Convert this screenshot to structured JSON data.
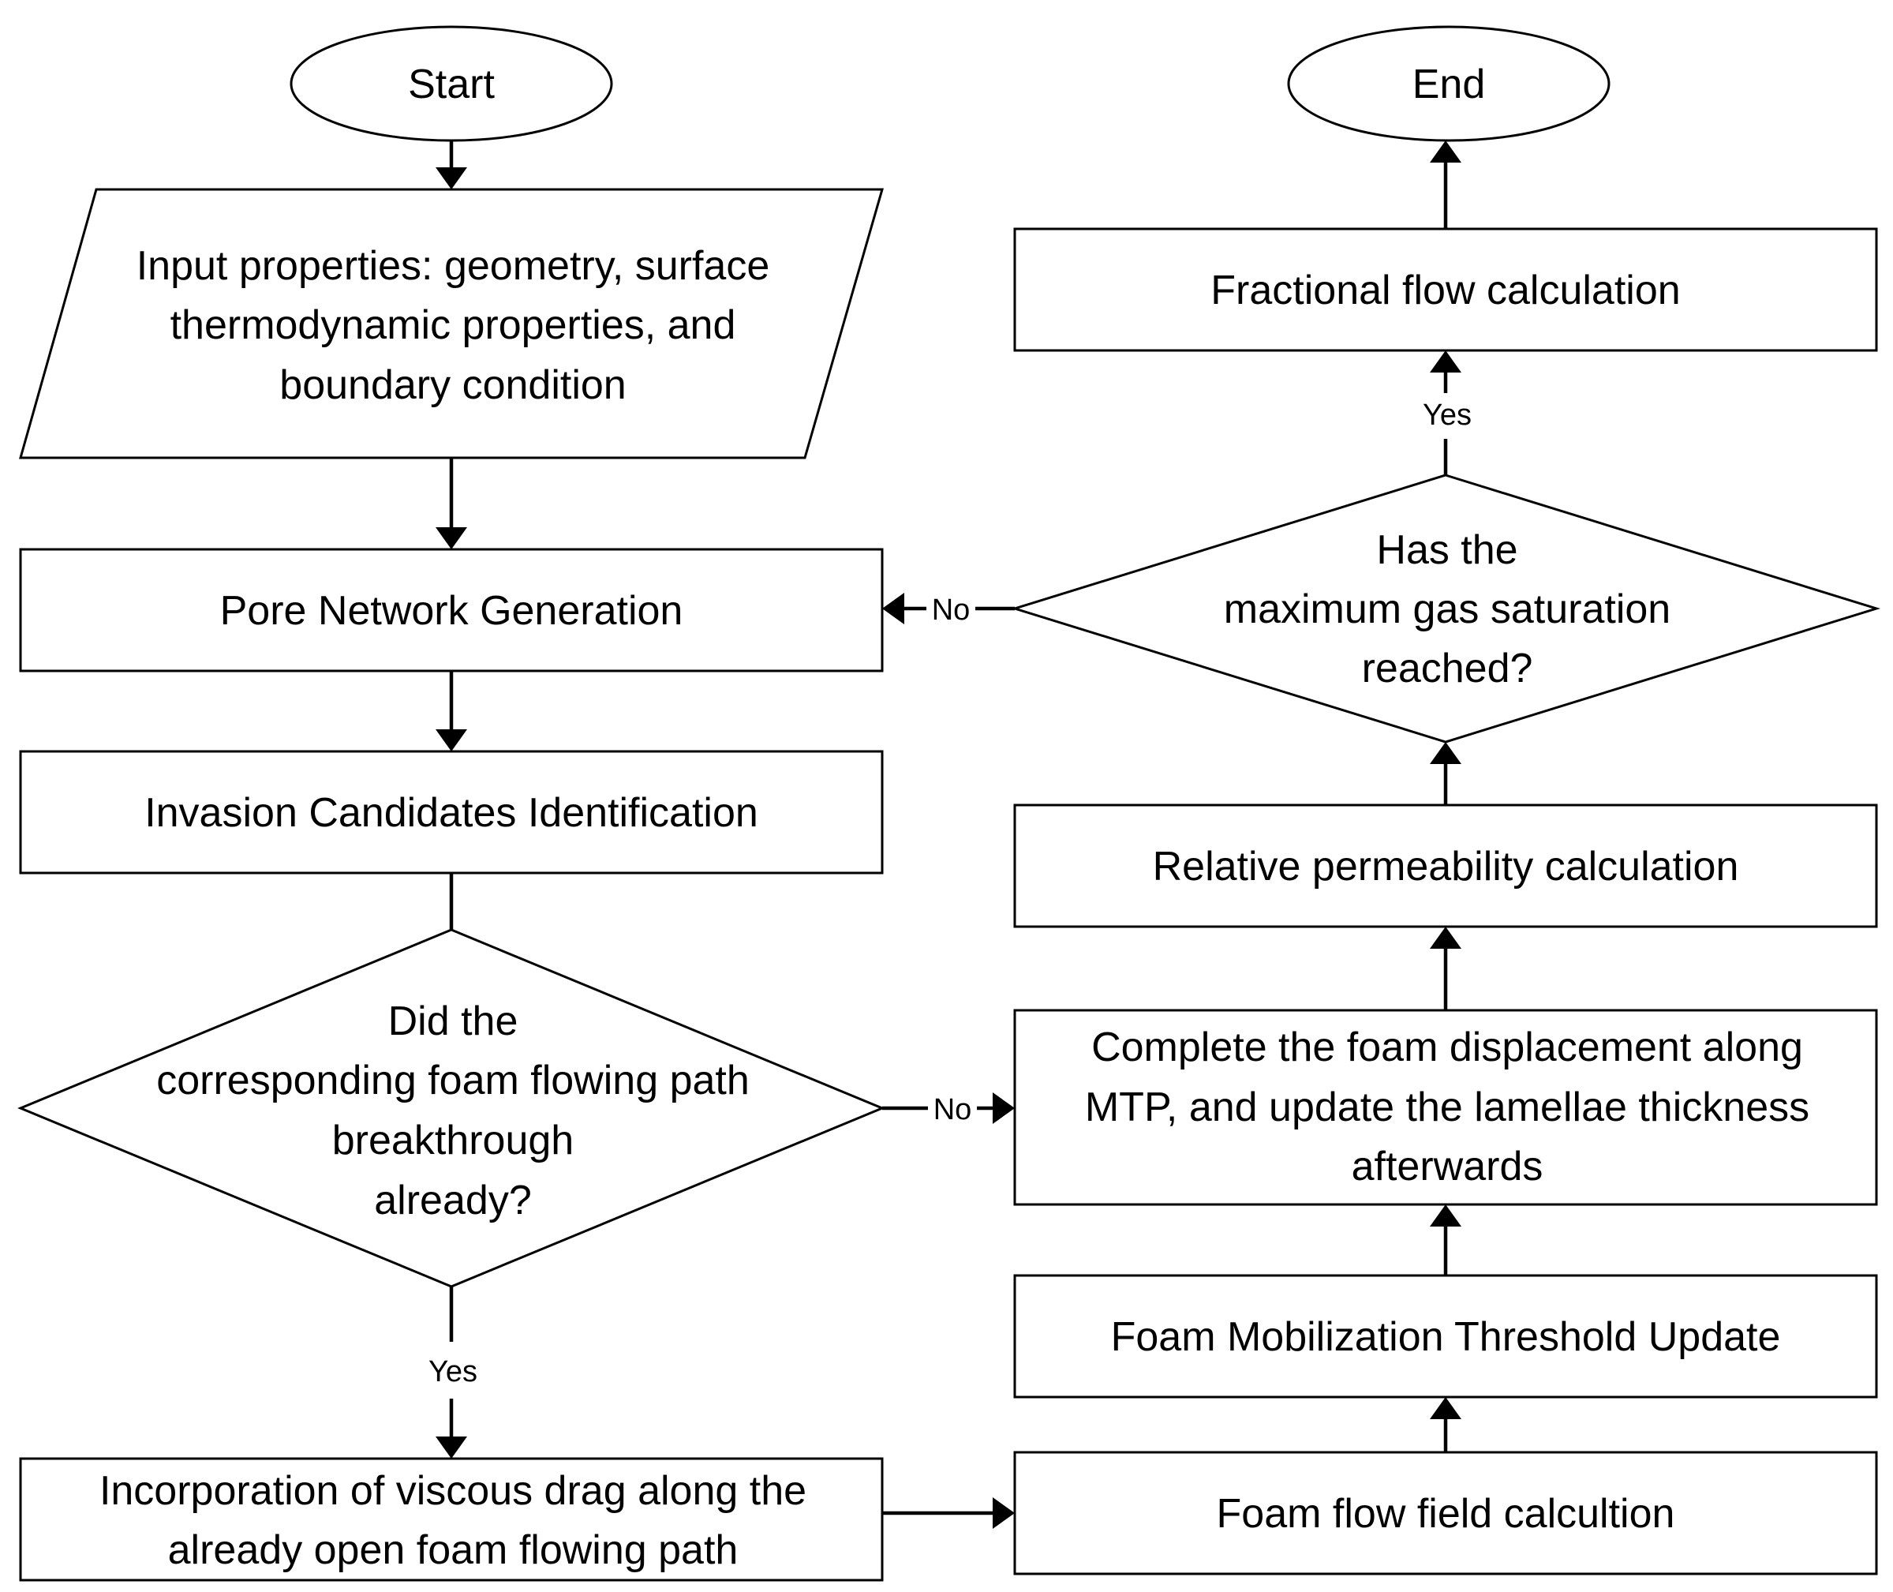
{
  "diagram": {
    "nodes": {
      "start": {
        "text": "Start"
      },
      "end": {
        "text": "End"
      },
      "input": {
        "lines": [
          "Input properties: geometry, surface",
          "thermodynamic properties, and",
          "boundary condition"
        ]
      },
      "pore_network": {
        "text": "Pore Network Generation"
      },
      "invasion": {
        "text": "Invasion Candidates Identification"
      },
      "decision_breakthrough": {
        "lines": [
          "Did the",
          "corresponding foam flowing path",
          "breakthrough",
          "already?"
        ]
      },
      "viscous_drag": {
        "lines": [
          "Incorporation of viscous drag along the",
          "already open foam flowing path"
        ]
      },
      "foam_flow_field": {
        "text": "Foam flow field calcultion"
      },
      "threshold_update": {
        "text": "Foam Mobilization Threshold Update"
      },
      "displacement": {
        "lines": [
          "Complete the foam displacement along",
          "MTP, and update the lamellae thickness",
          "afterwards"
        ]
      },
      "rel_perm": {
        "text": "Relative permeability calculation"
      },
      "decision_saturation": {
        "lines": [
          "Has the",
          "maximum gas saturation",
          "reached?"
        ]
      },
      "fractional_flow": {
        "text": "Fractional flow calculation"
      }
    },
    "edge_labels": {
      "breakthrough_yes": "Yes",
      "breakthrough_no": "No",
      "saturation_yes": "Yes",
      "saturation_no": "No"
    }
  }
}
